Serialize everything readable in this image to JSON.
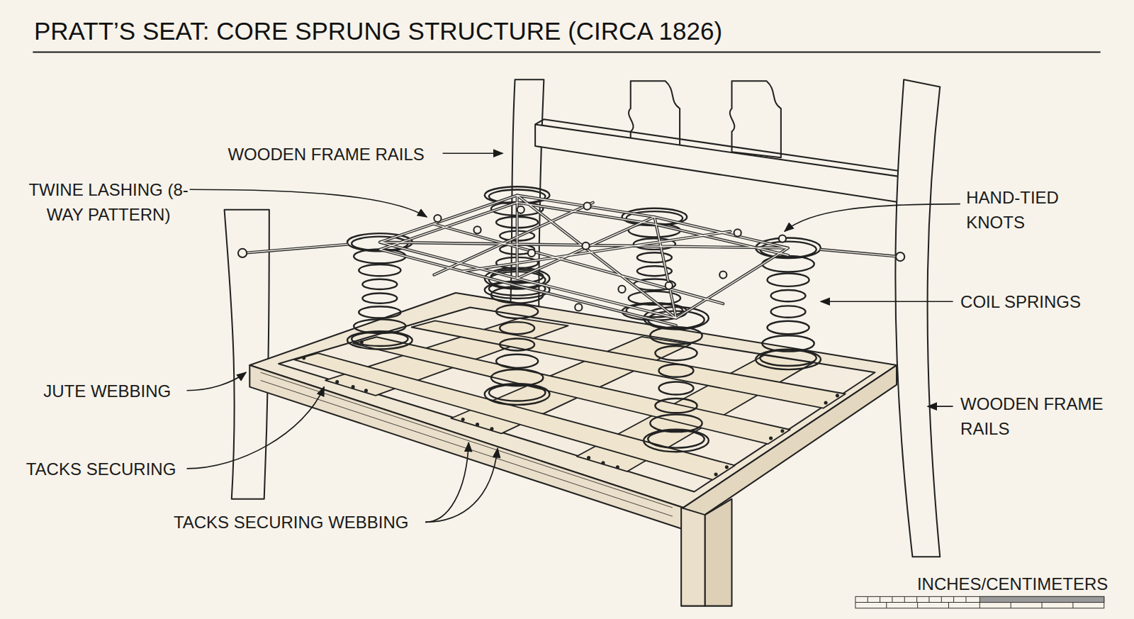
{
  "diagram": {
    "title": "PRATT’S SEAT: CORE SPRUNG STRUCTURE (CIRCA 1826)",
    "labels": [
      "WOODEN FRAME RAILS",
      "TWINE LASHING (8-WAY PATTERN)",
      "HAND-TIED KNOTS",
      "COIL SPRINGS",
      "JUTE WEBBING",
      "WOODEN FRAME RAILS",
      "TACKS SECURING",
      "TACKS SECURING WEBBING",
      "INCHES/CENTIMETERS"
    ]
  }
}
